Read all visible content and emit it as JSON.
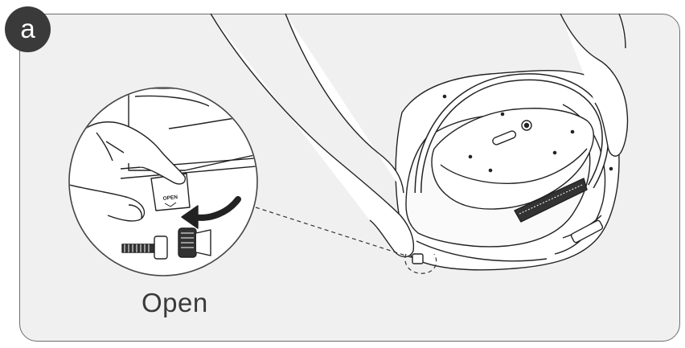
{
  "step": {
    "label": "a"
  },
  "caption": {
    "text": "Open"
  },
  "latch": {
    "text": "OPEN"
  },
  "colors": {
    "panel_background": "#f0f0f0",
    "outline": "#222222",
    "badge": "#3a3a3a"
  },
  "icons": [
    "arrow-curved-icon",
    "screw-icon"
  ]
}
